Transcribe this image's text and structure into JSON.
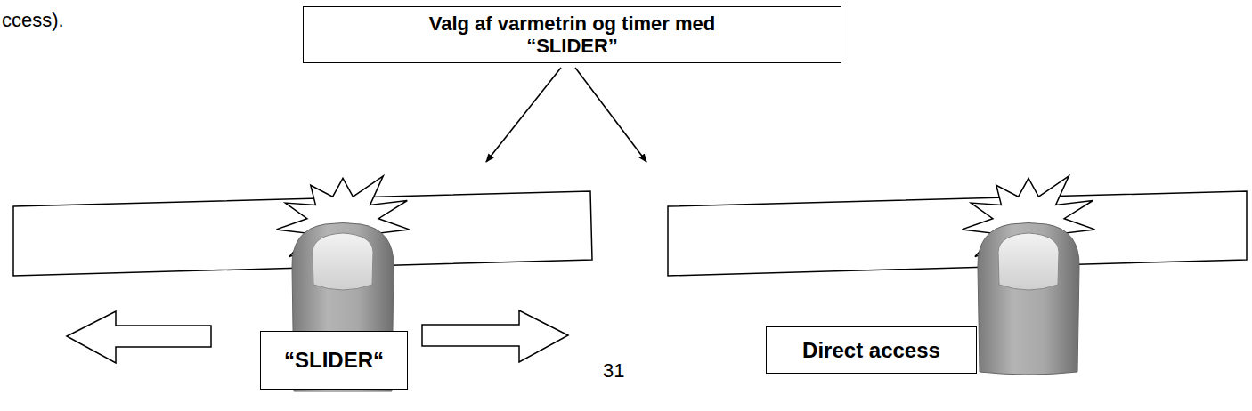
{
  "diagram": {
    "nodes": [
      {
        "text": [
          "Valg af varmetrin og timer med “SLIDER”"
        ]
      },
      {
        "text": [
          "“SLIDER“"
        ]
      },
      {
        "text": [
          "Direct access"
        ]
      }
    ],
    "labels": [
      "ccess).",
      "31"
    ]
  }
}
